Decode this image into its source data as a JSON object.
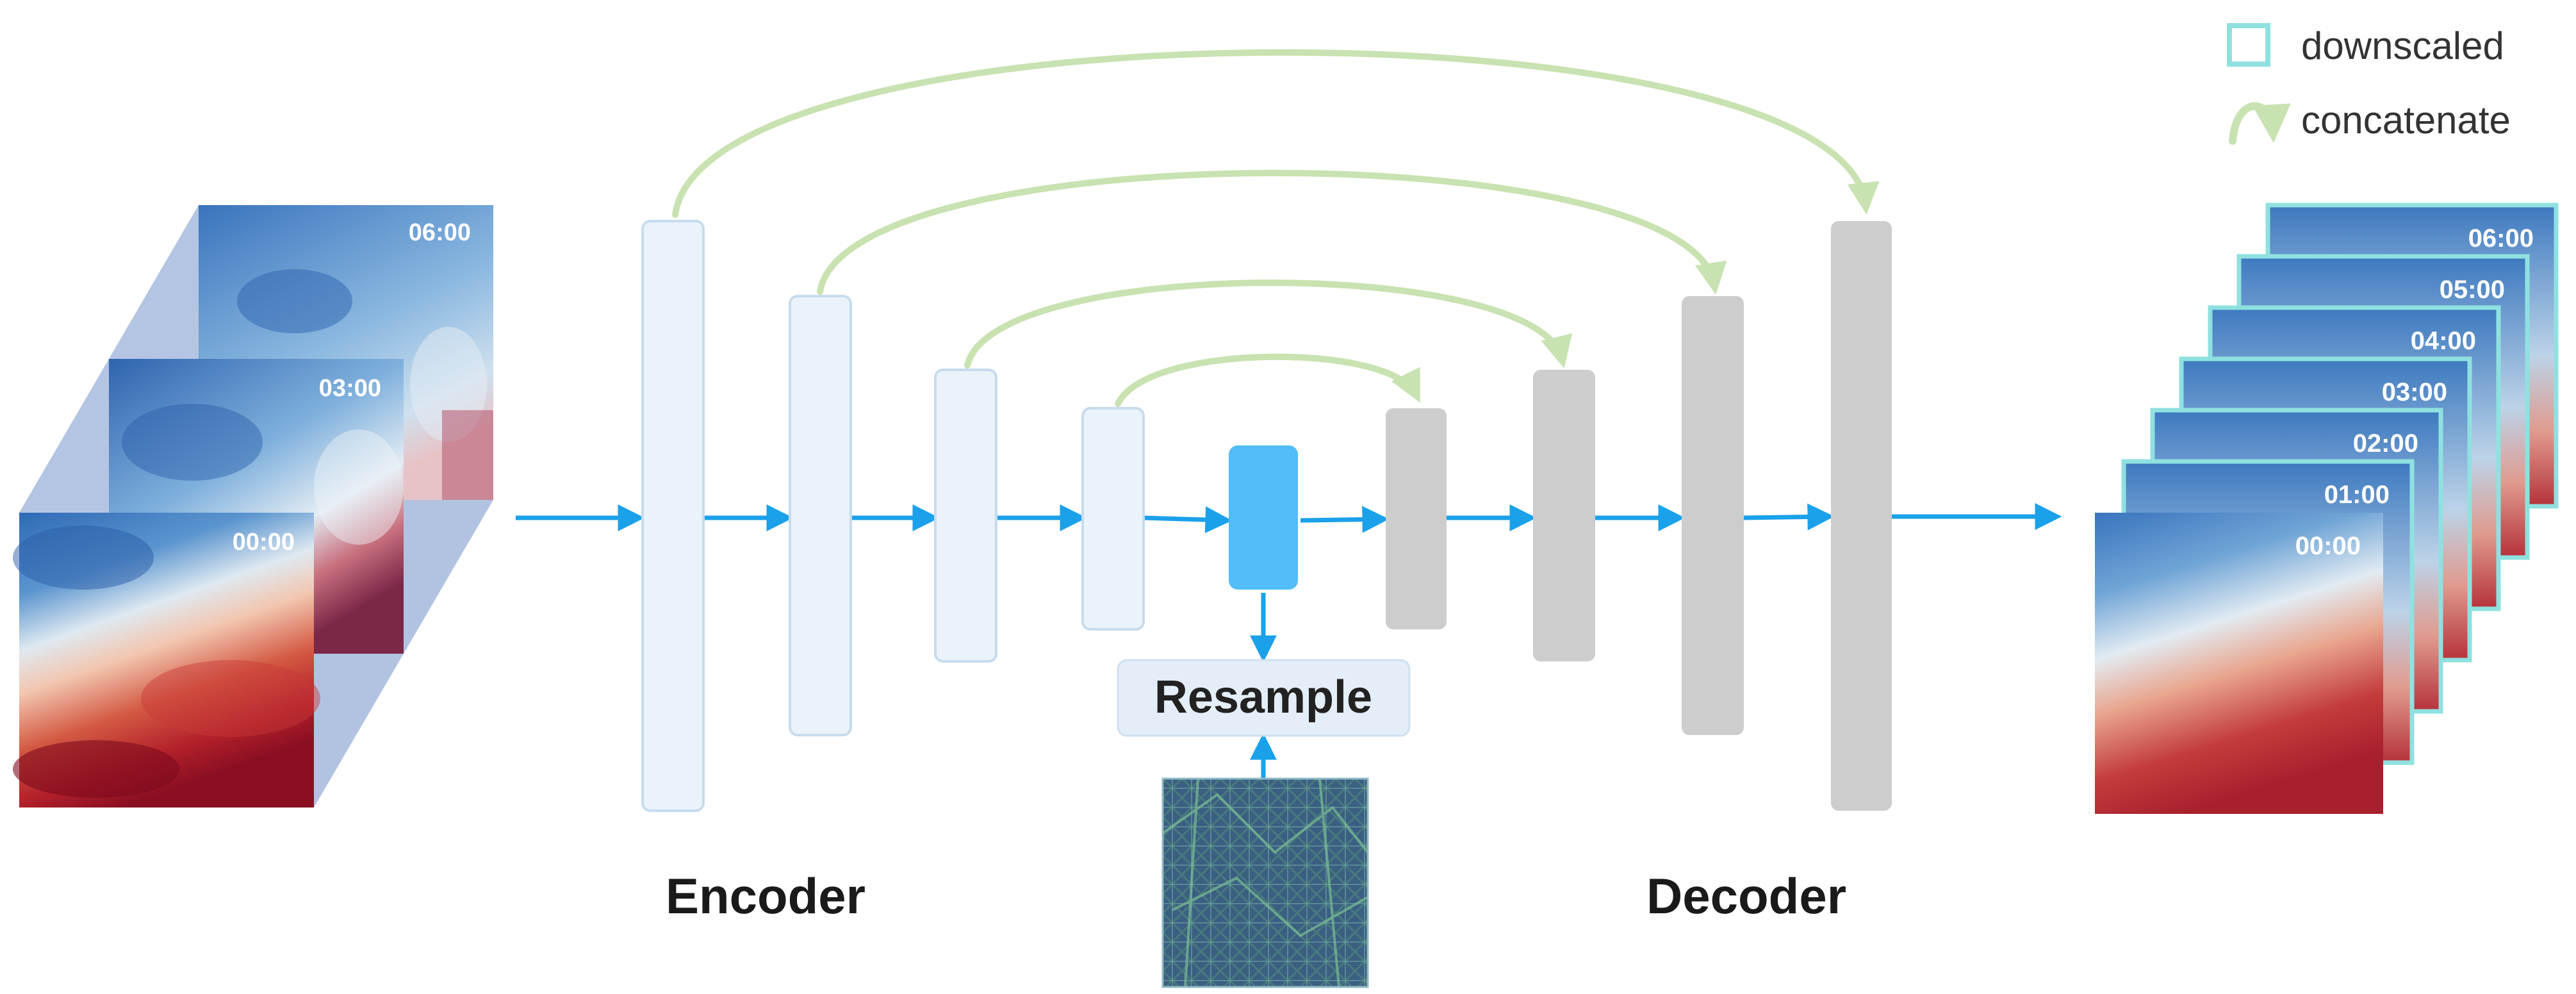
{
  "legend": {
    "downscaled": "downscaled",
    "concatenate": "concatenate"
  },
  "input": {
    "times": [
      "06:00",
      "03:00",
      "00:00"
    ]
  },
  "output": {
    "times": [
      "06:00",
      "05:00",
      "04:00",
      "03:00",
      "02:00",
      "01:00",
      "00:00"
    ]
  },
  "labels": {
    "encoder": "Encoder",
    "decoder": "Decoder",
    "resample": "Resample"
  },
  "colors": {
    "arrow": "#1ba1ea",
    "skip": "#c8e2b1",
    "encoder_fill": "#eaf2fa",
    "encoder_stroke": "#c6dcee",
    "decoder_fill": "#cdcdcd",
    "bottleneck": "#52bdf8",
    "downscaled_frame": "#8fe1e0"
  }
}
